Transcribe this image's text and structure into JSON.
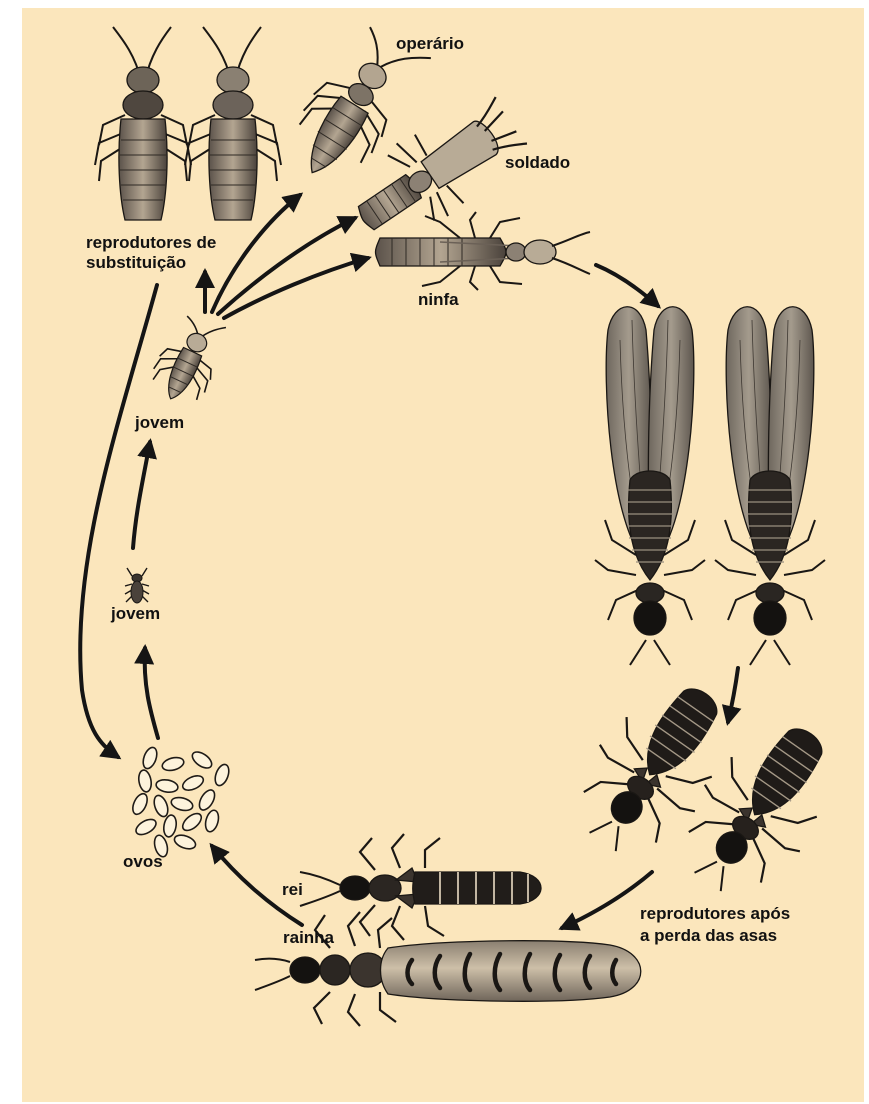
{
  "colors": {
    "background": "#fbe6bc",
    "ink": "#151515",
    "body_light": "#a89a86",
    "body_dark": "#2a2622",
    "wing": "#8c8478"
  },
  "labels": {
    "operario": "operário",
    "soldado": "soldado",
    "reprodutores_substituicao_1": "reprodutores de",
    "reprodutores_substituicao_2": "substituição",
    "ninfa": "ninfa",
    "jovem_upper": "jovem",
    "jovem_lower": "jovem",
    "ovos": "ovos",
    "rei": "rei",
    "rainha": "rainha",
    "reprodutores_apos_1": "reprodutores após",
    "reprodutores_apos_2": "a perda das asas"
  }
}
